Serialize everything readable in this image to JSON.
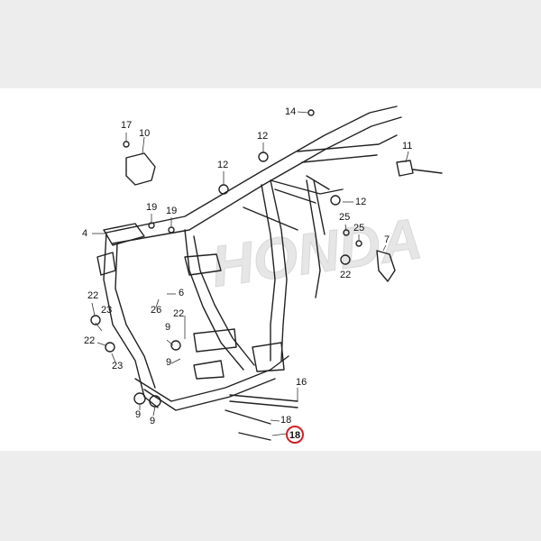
{
  "diagram": {
    "watermark": "HONDA",
    "highlight_color": "#d0202a",
    "highlighted_callout": "18",
    "callouts": [
      "17",
      "10",
      "14",
      "12",
      "12",
      "11",
      "12",
      "19",
      "19",
      "4",
      "25",
      "25",
      "7",
      "6",
      "26",
      "22",
      "22",
      "23",
      "9",
      "22",
      "22",
      "23",
      "9",
      "9",
      "16",
      "18"
    ]
  }
}
